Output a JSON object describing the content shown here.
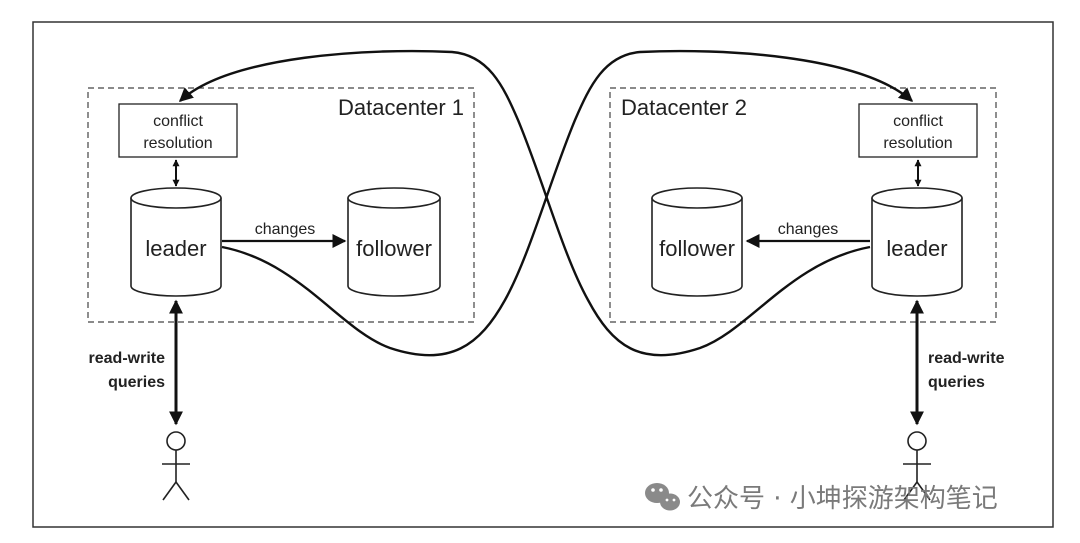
{
  "datacenter1": {
    "title": "Datacenter 1",
    "conflict_line1": "conflict",
    "conflict_line2": "resolution",
    "leader": "leader",
    "follower": "follower",
    "changes": "changes",
    "client_line1": "read-write",
    "client_line2": "queries"
  },
  "datacenter2": {
    "title": "Datacenter 2",
    "conflict_line1": "conflict",
    "conflict_line2": "resolution",
    "leader": "leader",
    "follower": "follower",
    "changes": "changes",
    "client_line1": "read-write",
    "client_line2": "queries"
  },
  "watermark": {
    "text": "公众号 · 小坤探游架构笔记",
    "icon": "wechat-icon"
  }
}
